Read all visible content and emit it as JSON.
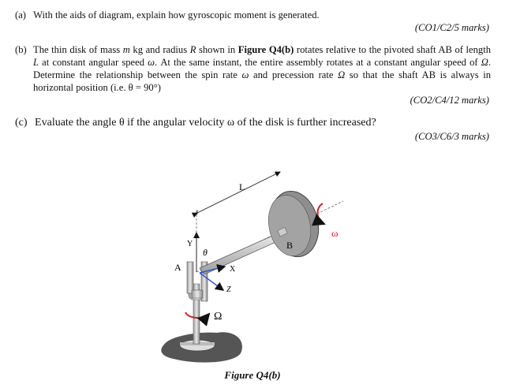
{
  "question_a": {
    "label": "(a)",
    "text": "With the aids of diagram, explain how gyroscopic moment is generated.",
    "marks": "(CO1/C2/5 marks)"
  },
  "question_b": {
    "label": "(b)",
    "text_pre": "The thin disk of mass ",
    "m": "m",
    "text_mid1": " kg and radius ",
    "R": "R",
    "text_mid2": " shown in ",
    "figure_ref": "Figure Q4(b)",
    "text_mid3": " rotates relative to the pivoted shaft AB of length ",
    "L": "L",
    "text_mid4": " at constant angular speed ",
    "omega": "ω",
    "text_mid5": ". At the same instant, the entire assembly rotates at a constant angular speed of ",
    "Omega": "Ω",
    "text_mid6": ". Determine the relationship between the spin rate ",
    "omega2": "ω",
    "text_mid7": " and precession rate ",
    "Omega2": "Ω",
    "text_end": " so that the shaft AB is always in horizontal position (i.e. θ = 90°)",
    "marks": "(CO2/C4/12 marks)"
  },
  "question_c": {
    "label": "(c)",
    "text": "Evaluate the angle θ if the angular velocity ω of the disk is further increased?",
    "marks": "(CO3/C6/3 marks)"
  },
  "figure": {
    "labels": {
      "L": "L",
      "Y": "Y",
      "theta": "θ",
      "A": "A",
      "X": "X",
      "Z": "Z",
      "B": "B",
      "omega": "ω",
      "Omega": "Ω"
    },
    "caption": "Figure Q4(b)"
  }
}
